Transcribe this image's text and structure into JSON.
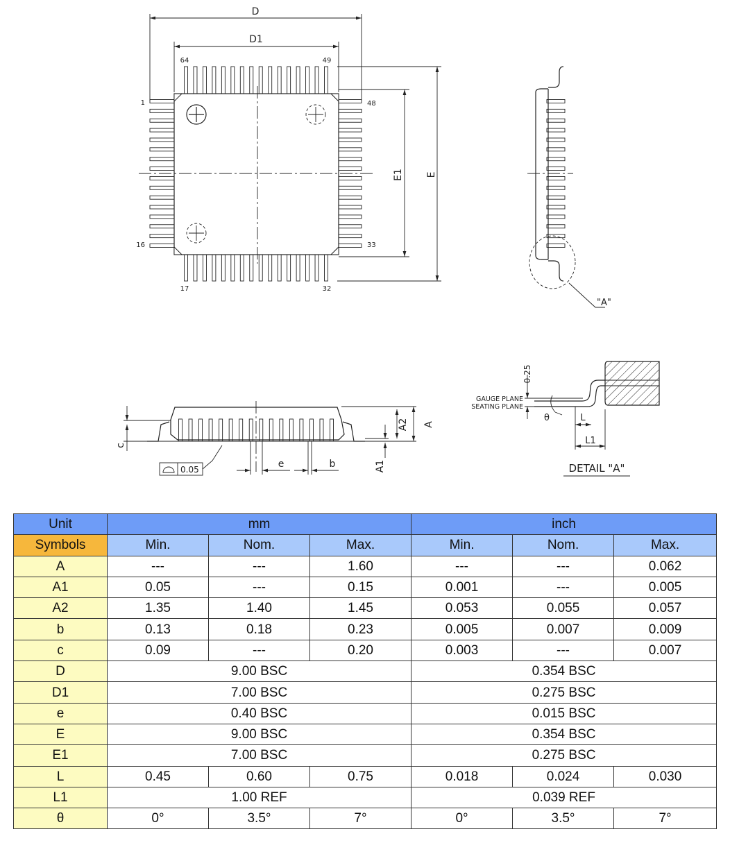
{
  "drawing": {
    "top_view": {
      "dim_D": "D",
      "dim_D1": "D1",
      "dim_E": "E",
      "dim_E1": "E1",
      "pin_64": "64",
      "pin_49": "49",
      "pin_1": "1",
      "pin_48": "48",
      "pin_16": "16",
      "pin_33": "33",
      "pin_17": "17",
      "pin_32": "32"
    },
    "side_view": {
      "detail_callout": "\"A\""
    },
    "front_view": {
      "dim_c": "c",
      "dim_A": "A",
      "dim_A1": "A1",
      "dim_A2": "A2",
      "dim_e": "e",
      "dim_b": "b",
      "coplanarity": "0.05"
    },
    "detail": {
      "dim_025": "0.25",
      "gauge_plane": "GAUGE PLANE",
      "seating_plane": "SEATING PLANE",
      "theta": "θ",
      "L": "L",
      "L1": "L1",
      "title": "DETAIL \"A\""
    }
  },
  "table": {
    "unit_label": "Unit",
    "mm_label": "mm",
    "inch_label": "inch",
    "symbols_label": "Symbols",
    "sub_headers": [
      "Min.",
      "Nom.",
      "Max.",
      "Min.",
      "Nom.",
      "Max."
    ],
    "rows": [
      {
        "sym": "A",
        "mm": [
          "---",
          "---",
          "1.60"
        ],
        "inch": [
          "---",
          "---",
          "0.062"
        ]
      },
      {
        "sym": "A1",
        "mm": [
          "0.05",
          "---",
          "0.15"
        ],
        "inch": [
          "0.001",
          "---",
          "0.005"
        ]
      },
      {
        "sym": "A2",
        "mm": [
          "1.35",
          "1.40",
          "1.45"
        ],
        "inch": [
          "0.053",
          "0.055",
          "0.057"
        ]
      },
      {
        "sym": "b",
        "mm": [
          "0.13",
          "0.18",
          "0.23"
        ],
        "inch": [
          "0.005",
          "0.007",
          "0.009"
        ]
      },
      {
        "sym": "c",
        "mm": [
          "0.09",
          "---",
          "0.20"
        ],
        "inch": [
          "0.003",
          "---",
          "0.007"
        ]
      },
      {
        "sym": "D",
        "mm_span": "9.00 BSC",
        "inch_span": "0.354 BSC"
      },
      {
        "sym": "D1",
        "mm_span": "7.00 BSC",
        "inch_span": "0.275 BSC"
      },
      {
        "sym": "e",
        "mm_span": "0.40 BSC",
        "inch_span": "0.015 BSC"
      },
      {
        "sym": "E",
        "mm_span": "9.00 BSC",
        "inch_span": "0.354 BSC"
      },
      {
        "sym": "E1",
        "mm_span": "7.00 BSC",
        "inch_span": "0.275 BSC"
      },
      {
        "sym": "L",
        "mm": [
          "0.45",
          "0.60",
          "0.75"
        ],
        "inch": [
          "0.018",
          "0.024",
          "0.030"
        ]
      },
      {
        "sym": "L1",
        "mm_span": "1.00 REF",
        "inch_span": "0.039 REF"
      },
      {
        "sym": "θ",
        "mm": [
          "0°",
          "3.5°",
          "7°"
        ],
        "inch": [
          "0°",
          "3.5°",
          "7°"
        ]
      }
    ]
  }
}
